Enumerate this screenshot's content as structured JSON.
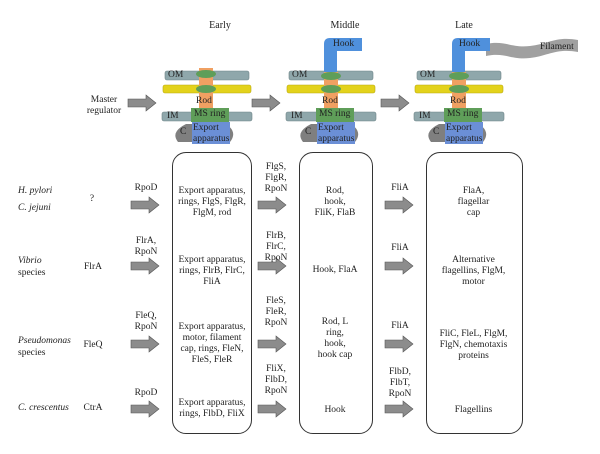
{
  "stages": [
    "Early",
    "Middle",
    "Late"
  ],
  "master": {
    "line1": "Master",
    "line2": "regulator"
  },
  "structure_labels": {
    "om": "OM",
    "im": "IM",
    "rod": "Rod",
    "ms_ring": "MS ring",
    "export_line1": "Export",
    "export_line2": "apparatus",
    "c": "C",
    "hook": "Hook",
    "filament": "Filament"
  },
  "organisms": [
    {
      "name_line1": "H. pylori",
      "name_line2": "C. jejuni",
      "name_italic": [
        true,
        true
      ],
      "master": "?",
      "early_factor": "RpoD",
      "early_genes": [
        "Export apparatus,",
        "rings, FlgS, FlgR,",
        "FlgM, rod"
      ],
      "middle_factor": [
        "FlgS,",
        "FlgR,",
        "RpoN"
      ],
      "middle_genes": [
        "Rod,",
        "hook,",
        "FliK, FlaB"
      ],
      "late_factor": [
        "FliA"
      ],
      "late_genes": [
        "FlaA,",
        "flagellar",
        "cap"
      ]
    },
    {
      "name_line1": "Vibrio",
      "name_line2": "species",
      "name_italic": [
        true,
        false
      ],
      "master": "FlrA",
      "early_factor": "FlrA,\nRpoN",
      "early_genes": [
        "Export apparatus,",
        "rings, FlrB, FlrC,",
        "FliA"
      ],
      "middle_factor": [
        "FlrB,",
        "FlrC,",
        "RpoN"
      ],
      "middle_genes": [
        "Hook, FlaA"
      ],
      "late_factor": [
        "FliA"
      ],
      "late_genes": [
        "Alternative",
        "flagellins, FlgM,",
        "motor"
      ]
    },
    {
      "name_line1": "Pseudomonas",
      "name_line2": "species",
      "name_italic": [
        true,
        false
      ],
      "master": "FleQ",
      "early_factor": "FleQ,\nRpoN",
      "early_genes": [
        "Export apparatus,",
        "motor, filament",
        "cap, rings, FleN,",
        "FleS, FleR"
      ],
      "middle_factor": [
        "FleS,",
        "FleR,",
        "RpoN"
      ],
      "middle_genes": [
        "Rod, L",
        "ring,",
        "hook,",
        "hook cap"
      ],
      "late_factor": [
        "FliA"
      ],
      "late_genes": [
        "FliC, FleL, FlgM,",
        "FlgN, chemotaxis",
        "proteins"
      ]
    },
    {
      "name_line1": "C. crescentus",
      "name_line2": "",
      "name_italic": [
        true,
        false
      ],
      "master": "CtrA",
      "early_factor": "RpoD",
      "early_genes": [
        "Export apparatus,",
        "rings, FlbD, FliX"
      ],
      "middle_factor": [
        "FliX,",
        "FlbD,",
        "RpoN"
      ],
      "middle_genes": [
        "Hook"
      ],
      "late_factor": [
        "FlbD,",
        "FlbT,",
        "RpoN"
      ],
      "late_genes": [
        "Flagellins"
      ]
    }
  ],
  "colors": {
    "membrane": "#8fa7ab",
    "yellow_ring": "#e3d21b",
    "rod": "#f0a062",
    "ms_ring": "#5f9e59",
    "export": "#6b8fd6",
    "hook": "#4f90dc",
    "filament": "#a0a0a0",
    "c_ring": "#7f7f7f",
    "arrow": "#8c8c8c"
  }
}
